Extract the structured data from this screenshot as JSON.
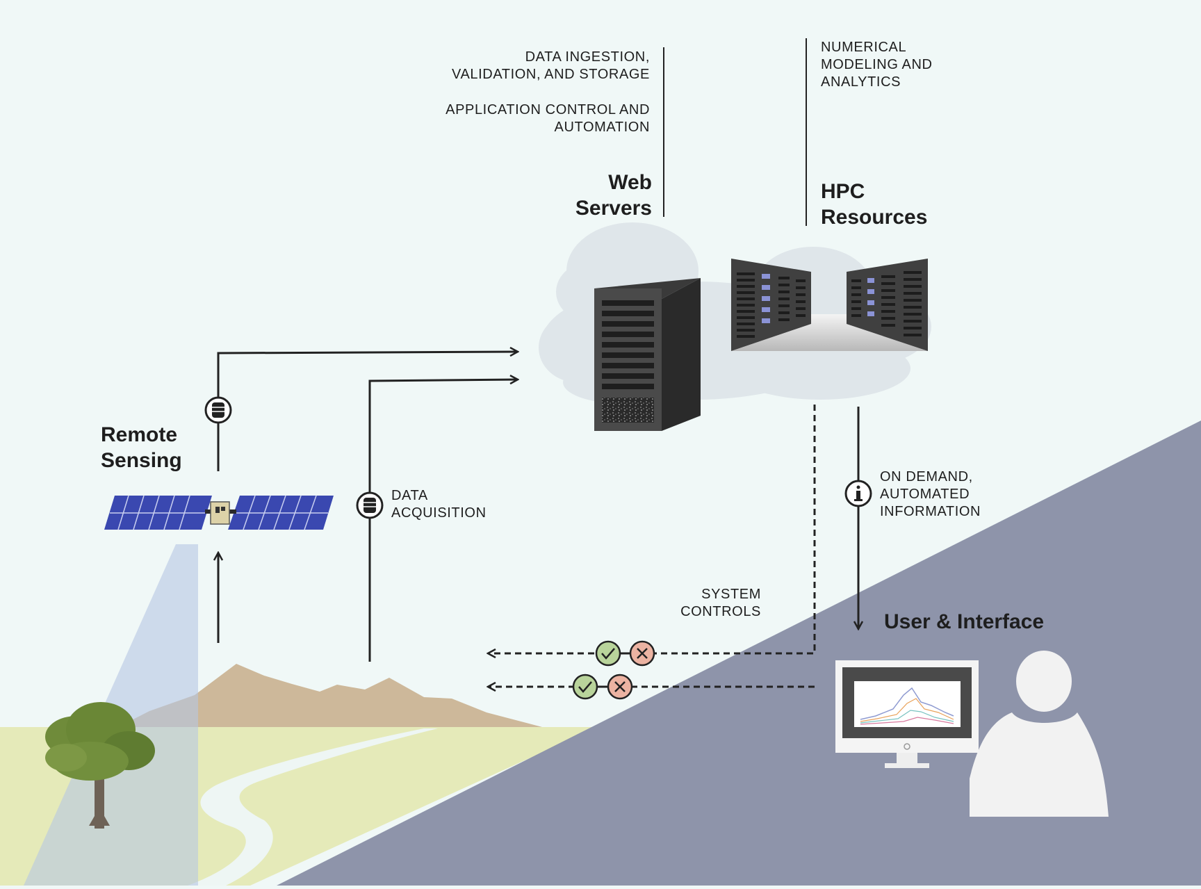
{
  "web_servers": {
    "title_line1": "Web",
    "title_line2": "Servers",
    "notes": [
      "DATA INGESTION,",
      "VALIDATION, AND STORAGE",
      "APPLICATION CONTROL AND",
      "AUTOMATION"
    ]
  },
  "hpc": {
    "title_line1": "HPC",
    "title_line2": "Resources",
    "notes": [
      "NUMERICAL",
      "MODELING AND",
      "ANALYTICS"
    ]
  },
  "remote_sensing": {
    "title_line1": "Remote",
    "title_line2": "Sensing"
  },
  "data_acquisition": {
    "line1": "DATA",
    "line2": "ACQUISITION"
  },
  "info_flow": {
    "line1": "ON DEMAND,",
    "line2": "AUTOMATED",
    "line3": "INFORMATION"
  },
  "system_controls": {
    "line1": "SYSTEM",
    "line2": "CONTROLS"
  },
  "user": {
    "title": "User & Interface"
  },
  "icons": {
    "database": "database-icon",
    "info": "info-icon",
    "check": "check-icon",
    "cross": "cross-icon"
  },
  "colors": {
    "background": "#f0f8f7",
    "user_zone": "#8e94aa",
    "field": "#e4e9b8",
    "mountain": "#cdb89a",
    "panel_blue": "#3a48b0",
    "check_green": "#b9d49b",
    "cross_red": "#ecb3a2",
    "line": "#222222"
  }
}
